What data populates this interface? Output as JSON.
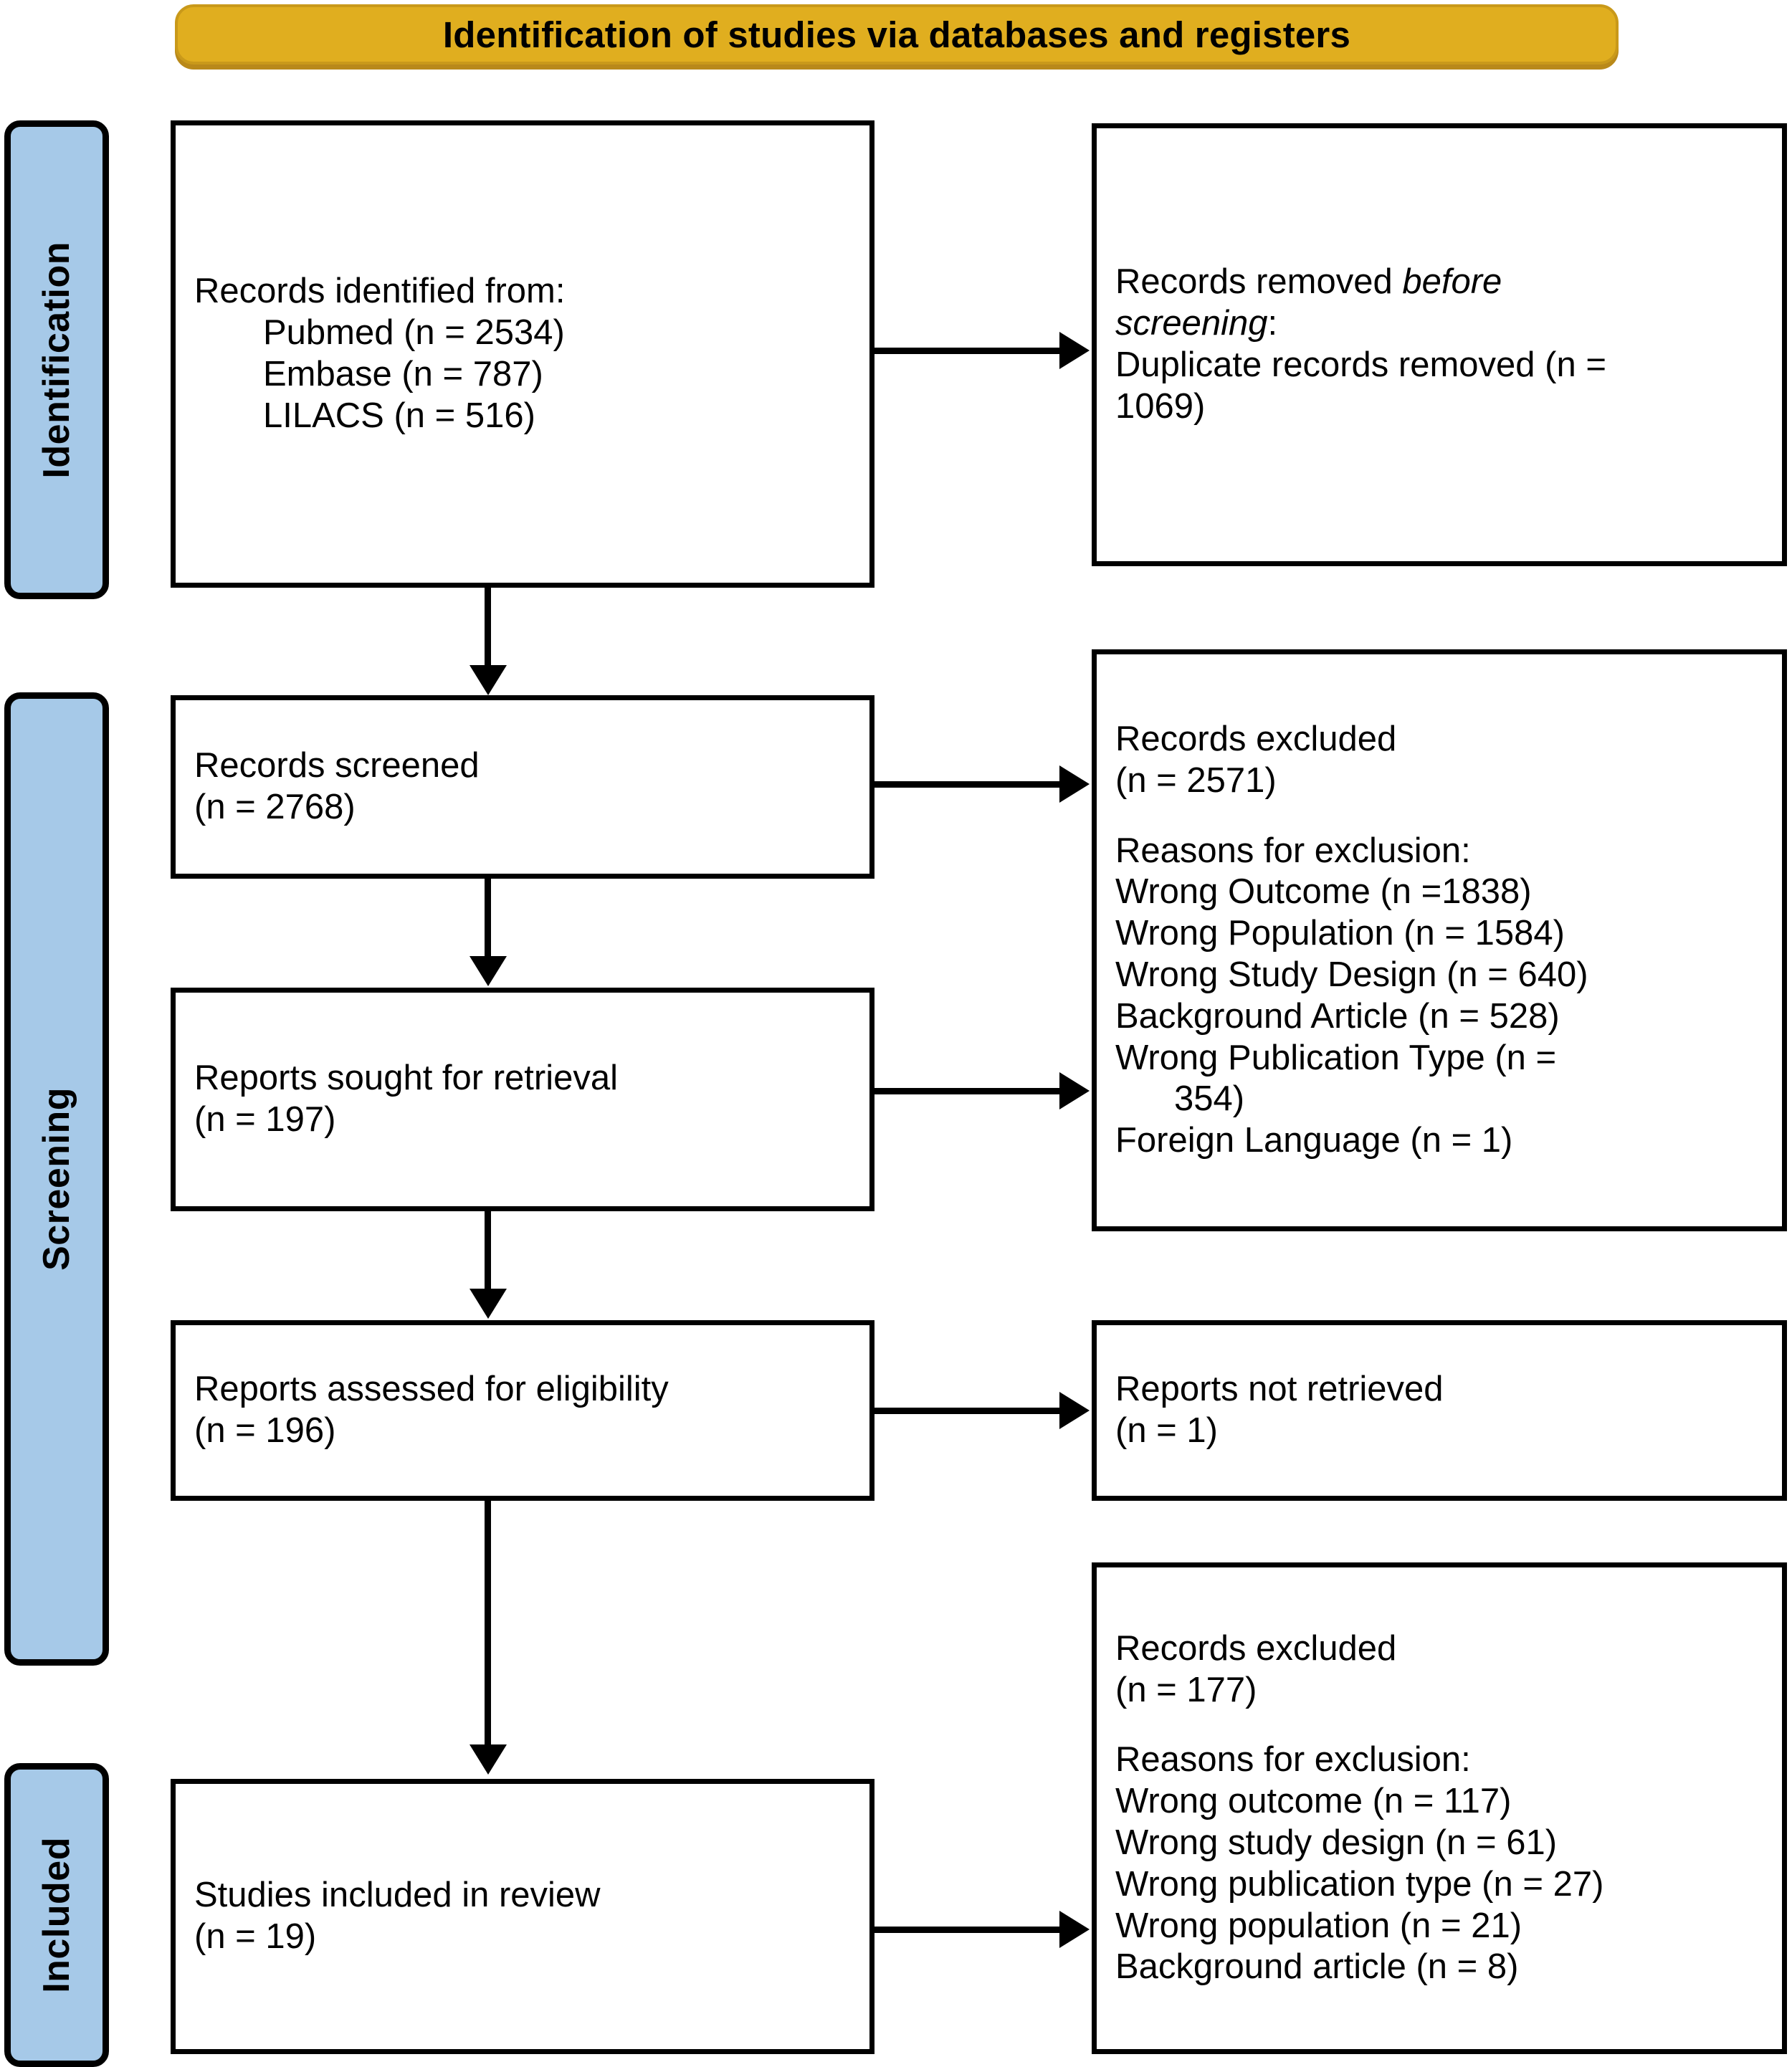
{
  "diagram": {
    "title": "Identification of studies via databases and registers",
    "phases": [
      {
        "id": "identification",
        "label": "Identification"
      },
      {
        "id": "screening",
        "label": "Screening"
      },
      {
        "id": "included",
        "label": "Included"
      }
    ],
    "boxes": {
      "records_identified": {
        "heading": "Records identified from:",
        "sources": [
          "Pubmed (n = 2534)",
          "Embase (n = 787)",
          "LILACS (n = 516)"
        ]
      },
      "records_removed": {
        "line1_prefix": "Records removed ",
        "line1_italic": "before",
        "line2_italic": "screening",
        "line2_suffix": ":",
        "line3": "Duplicate records removed (n =",
        "line4": "1069)"
      },
      "records_screened": {
        "label": "Records screened",
        "count": "(n = 2768)"
      },
      "records_excluded_screening": {
        "label": "Records excluded",
        "count": "(n = 2571)",
        "reasons_heading": "Reasons for exclusion:",
        "reasons": [
          "Wrong Outcome (n =1838)",
          "Wrong Population (n = 1584)",
          "Wrong Study Design (n = 640)",
          "Background Article (n = 528)",
          "Wrong Publication Type (n =",
          "354)",
          "Foreign Language (n = 1)"
        ]
      },
      "reports_sought": {
        "label": "Reports sought for retrieval",
        "count": "(n = 197)"
      },
      "reports_assessed": {
        "label": "Reports assessed for eligibility",
        "count": "(n = 196)"
      },
      "reports_not_retrieved": {
        "label": "Reports not retrieved",
        "count": "(n = 1)"
      },
      "records_excluded_eligibility": {
        "label": "Records excluded",
        "count": "(n = 177)",
        "reasons_heading": "Reasons for exclusion:",
        "reasons": [
          "Wrong outcome (n = 117)",
          "Wrong study design (n = 61)",
          "Wrong publication type (n = 27)",
          "Wrong population (n = 21)",
          "Background article (n = 8)"
        ]
      },
      "studies_included": {
        "label": "Studies included in review",
        "count": "(n = 19)"
      }
    },
    "colors": {
      "banner_fill": "#e0ae1f",
      "banner_border": "#c9991a",
      "phase_fill": "#a6c9e8",
      "box_border": "#000000",
      "box_fill": "#ffffff"
    }
  }
}
